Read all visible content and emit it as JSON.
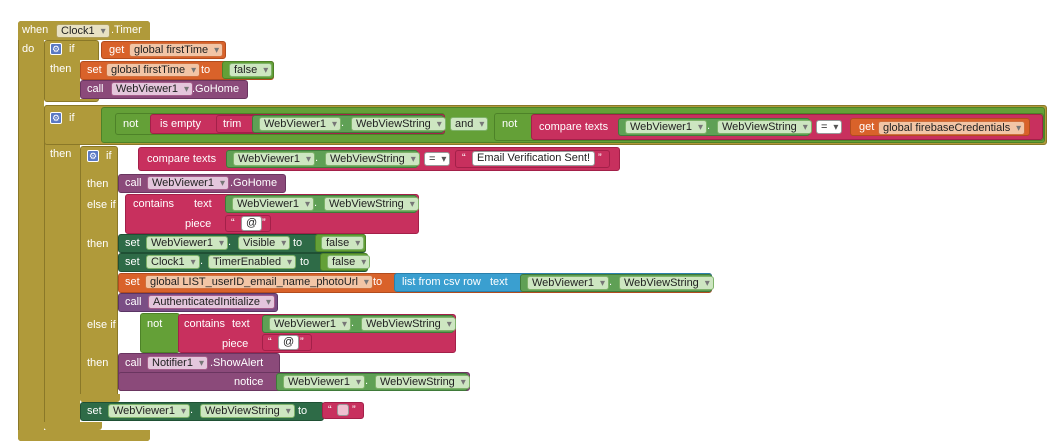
{
  "kw": {
    "when": "when",
    "do": "do",
    "if": "if",
    "then": "then",
    "else_if": "else if",
    "call": "call",
    "set": "set",
    "to": "to",
    "get": "get",
    "not": "not",
    "is_empty": "is empty",
    "trim": "trim",
    "and": "and",
    "compare_texts": "compare texts",
    "contains_text": "contains",
    "text": "text",
    "piece": "piece",
    "list_from_csv_row": "list from csv row",
    "notice": "notice"
  },
  "event": {
    "component": "Clock1",
    "event": ".Timer"
  },
  "vars": {
    "first_time": "global firstTime",
    "firebase_credentials": "global firebaseCredentials",
    "list_user": "global LIST_userID_email_name_photoUrl"
  },
  "values": {
    "false": "false"
  },
  "components": {
    "webviewer": "WebViewer1",
    "clock": "Clock1",
    "notifier": "Notifier1"
  },
  "props": {
    "webviewstring": "WebViewString",
    "visible": "Visible",
    "timer_enabled": "TimerEnabled"
  },
  "methods": {
    "gohome": ".GoHome",
    "show_alert": ".ShowAlert"
  },
  "procedures": {
    "auth_init": "AuthenticatedInitialize"
  },
  "ops": {
    "eq": "=",
    "and": "and"
  },
  "strings": {
    "email_verification": "Email Verification Sent!",
    "at": "@",
    "empty": ""
  },
  "punct": {
    "dot": ".",
    "quote": "“",
    "quote_close": "”"
  },
  "colors": {
    "control": "#b09a3a",
    "text": "#c8305e",
    "variable": "#d9622a",
    "logic": "#64a037",
    "component": "#8b4a7a",
    "component_set": "#2e6b47",
    "list": "#3a9fd0",
    "procedure": "#7a4e85",
    "mutator": "#5a79c4"
  },
  "icons": {
    "mutator": "gear-icon"
  }
}
